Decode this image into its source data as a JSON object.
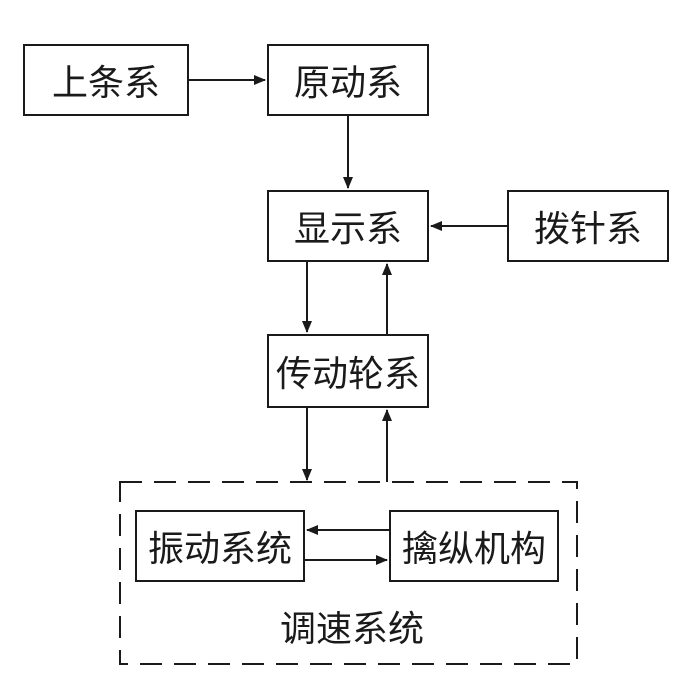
{
  "diagram": {
    "nodes": {
      "shangtiao": "上条系",
      "yuandong": "原动系",
      "xianshi": "显示系",
      "bozhen": "拨针系",
      "chuandong": "传动轮系",
      "zhendong": "振动系统",
      "qinzong": "擒纵机构"
    },
    "group": {
      "tiaosu": "调速系统"
    },
    "edges": [
      {
        "from": "shangtiao",
        "to": "yuandong"
      },
      {
        "from": "yuandong",
        "to": "xianshi"
      },
      {
        "from": "bozhen",
        "to": "xianshi"
      },
      {
        "from": "xianshi",
        "to": "chuandong"
      },
      {
        "from": "chuandong",
        "to": "xianshi"
      },
      {
        "from": "chuandong",
        "to": "tiaosu"
      },
      {
        "from": "tiaosu",
        "to": "chuandong"
      },
      {
        "from": "qinzong",
        "to": "zhendong"
      },
      {
        "from": "zhendong",
        "to": "qinzong"
      }
    ],
    "colors": {
      "line": "#1a1a1a",
      "background": "#ffffff"
    }
  }
}
